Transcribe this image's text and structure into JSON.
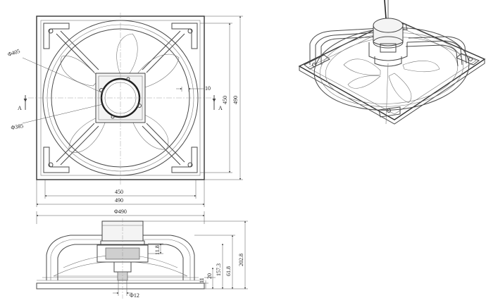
{
  "front_view": {
    "dim_fan_diameter": "Φ405",
    "dim_hub_circle": "Φ385",
    "dim_blade_offset": "10",
    "dim_hole_pitch_width": "450",
    "dim_frame_width": "490",
    "dim_hole_pitch_height": "450",
    "dim_frame_height": "490",
    "section_label_left": "A",
    "section_label_right": "A"
  },
  "side_view": {
    "dim_overall_width": "Φ490",
    "dim_total_height": "202.8",
    "dim_height_to_guard": "157.3",
    "dim_motor_height": "61.8",
    "dim_hub_gap": "11.8",
    "dim_flange_20": "20",
    "dim_flange_11": "11",
    "dim_shaft_diameter": "Φ12"
  },
  "iso_view": {}
}
